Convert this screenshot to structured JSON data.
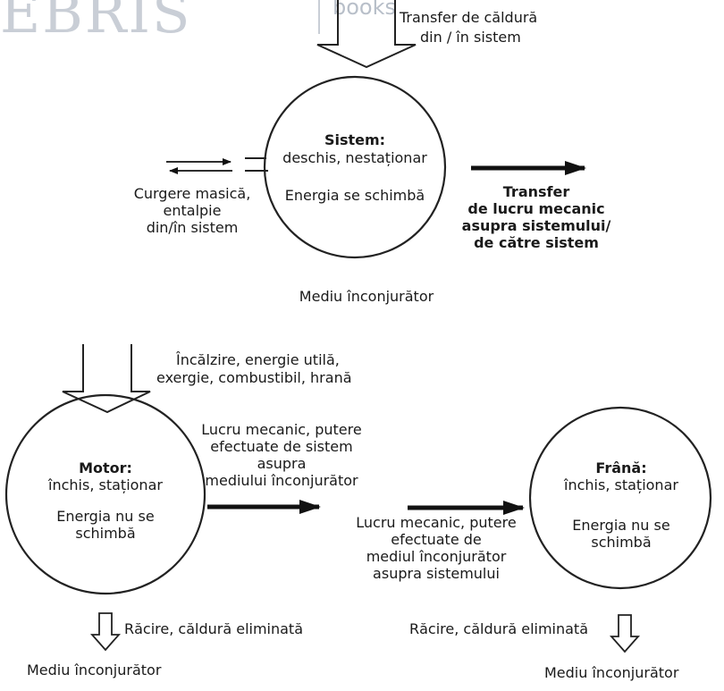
{
  "watermark": {
    "brand": "EBRIS",
    "sub": "books"
  },
  "top": {
    "heat_transfer": [
      "Transfer de căldură",
      "din / în sistem"
    ],
    "system_title": "Sistem:",
    "system_type": "deschis, nestaționar",
    "system_energy": "Energia se schimbă",
    "mass_flow": [
      "Curgere masică,",
      "entalpie",
      "din/în sistem"
    ],
    "work_transfer": [
      "Transfer",
      "de lucru mecanic",
      "asupra sistemului/",
      "de către sistem"
    ],
    "environment": "Mediu înconjurător"
  },
  "motor": {
    "input": [
      "Încălzire, energie utilă,",
      "exergie, combustibil, hrană"
    ],
    "title": "Motor:",
    "type": "închis, staționar",
    "energy": [
      "Energia nu se",
      "schimbă"
    ],
    "work_out": [
      "Lucru mecanic, putere",
      "efectuate de sistem",
      "asupra",
      "mediului înconjurător"
    ],
    "cooling": "Răcire, căldură eliminată",
    "environment": "Mediu înconjurător"
  },
  "brake": {
    "title": "Frână:",
    "type": "închis, staționar",
    "energy": [
      "Energia nu se",
      "schimbă"
    ],
    "work_in": [
      "Lucru mecanic, putere",
      "efectuate de",
      "mediul înconjurător",
      "asupra sistemului"
    ],
    "cooling": "Răcire, căldură eliminată",
    "environment": "Mediu înconjurător"
  }
}
